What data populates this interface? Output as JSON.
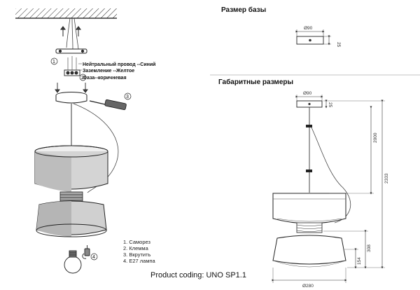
{
  "headings": {
    "base_size": "Размер базы",
    "overall_dimensions": "Габаритные размеры"
  },
  "wiring_labels": {
    "neutral": "Нейтральный провод --Синий",
    "ground": "Заземление --Желтое",
    "phase": "Фаза--коричневая"
  },
  "legend": [
    "1. Саморез",
    "2. Клемма",
    "3. Вкрутить",
    "4. E27 лампа"
  ],
  "callouts": [
    "1",
    "2",
    "3",
    "4"
  ],
  "base_dims": {
    "diameter": "Ø90",
    "height": "25"
  },
  "overall_dims": {
    "top_diameter": "Ø90",
    "top_height": "25",
    "cable_length": "2000",
    "total_height": "2333",
    "upper_height": "308",
    "lower_height": "154",
    "bottom_diameter": "Ø280"
  },
  "product_coding": "Product coding: UNO SP1.1"
}
